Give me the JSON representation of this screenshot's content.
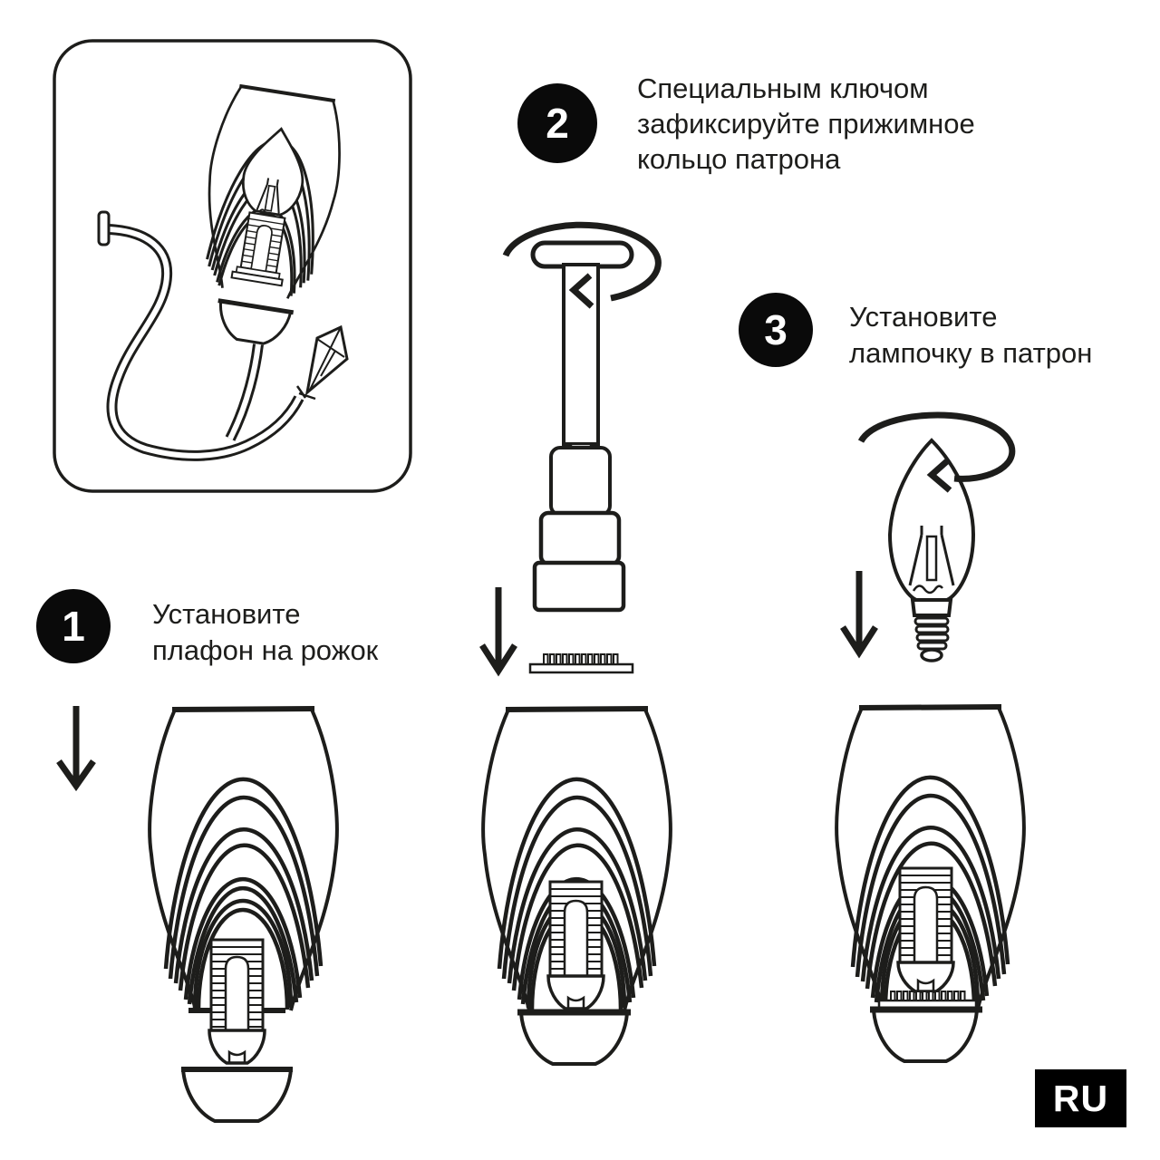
{
  "steps": [
    {
      "number": "1",
      "label": "Установите плафон на рожок",
      "lines": [
        "Установите",
        "плафон на рожок"
      ]
    },
    {
      "number": "2",
      "label": "Специальным ключом зафиксируйте прижимное кольцо патрона",
      "lines": [
        "Специальным ключом",
        "зафиксируйте прижимное",
        "кольцо патрона"
      ]
    },
    {
      "number": "3",
      "label": "Установите лампочку в патрон",
      "lines": [
        "Установите",
        "лампочку в патрон"
      ]
    }
  ],
  "language_badge": "RU",
  "colors": {
    "ink": "#1d1d1b",
    "background": "#ffffff",
    "step_badge_bg": "#0a0a0a",
    "step_badge_text": "#ffffff",
    "language_badge_bg": "#000000",
    "language_badge_text": "#ffffff"
  },
  "icons": {
    "rotation_arrow": "curved-rotation-arrow",
    "down_arrow": "straight-down-arrow"
  }
}
